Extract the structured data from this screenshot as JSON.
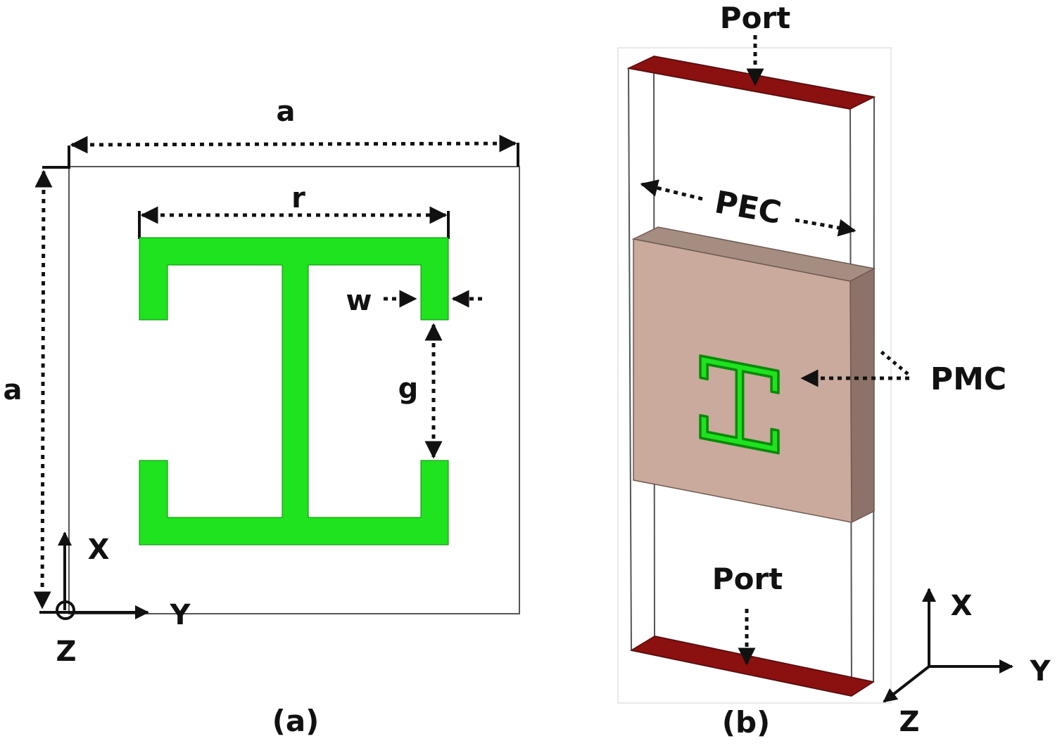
{
  "colors": {
    "copper": "#1ee31e",
    "copper_edge": "#0a8a0a",
    "substrate_front": "#c9aa9c",
    "substrate_top": "#a58d82",
    "substrate_side": "#8c7268",
    "port": "#8b1010",
    "line": "#111111",
    "outline": "#555555"
  },
  "panel_a": {
    "label_a_top": "a",
    "label_a_left": "a",
    "label_r": "r",
    "label_w": "w",
    "label_g": "g",
    "axis_x": "X",
    "axis_y": "Y",
    "axis_z": "Z",
    "caption": "(a)"
  },
  "panel_b": {
    "label_port_top": "Port",
    "label_port_bottom": "Port",
    "label_pec": "PEC",
    "label_pmc": "PMC",
    "axis_x": "X",
    "axis_y": "Y",
    "axis_z": "Z",
    "caption": "(b)"
  }
}
